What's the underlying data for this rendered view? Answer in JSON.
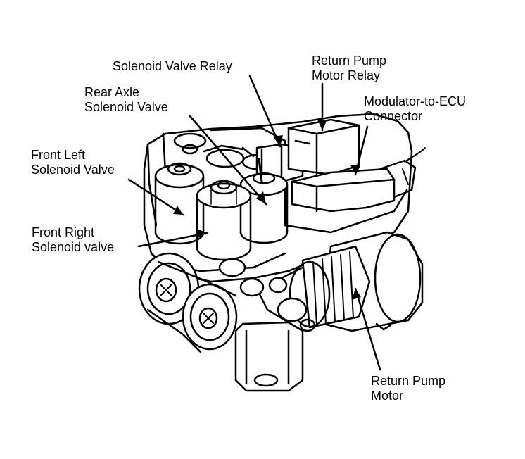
{
  "diagram": {
    "labels": {
      "solenoid_valve_relay": [
        "Solenoid Valve Relay"
      ],
      "return_pump_motor_relay": [
        "Return Pump",
        "Motor Relay"
      ],
      "rear_axle_solenoid_valve": [
        "Rear Axle",
        "Solenoid Valve"
      ],
      "modulator_to_ecu_connector": [
        "Modulator-to-ECU",
        "Connector"
      ],
      "front_left_solenoid_valve": [
        "Front Left",
        "Solenoid Valve"
      ],
      "front_right_solenoid_valve": [
        "Front Right",
        "Solenoid valve"
      ],
      "return_pump_motor": [
        "Return Pump",
        "Motor"
      ]
    },
    "colors": {
      "ink": "#000000",
      "paper": "#ffffff"
    }
  }
}
